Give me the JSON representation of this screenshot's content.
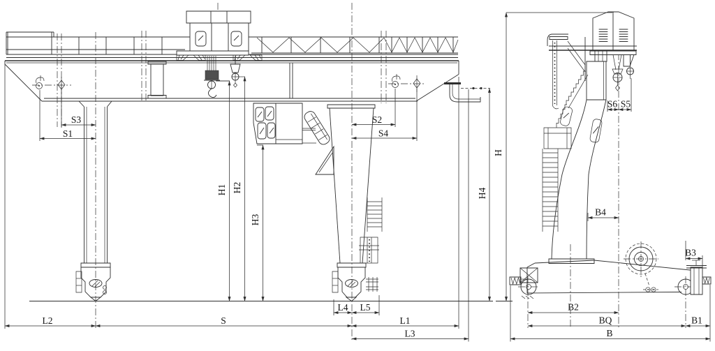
{
  "page": {
    "background": "#ffffff",
    "line_color": "#2e2e2e",
    "text_color": "#151515",
    "drawing_subject": "gantry crane general arrangement, front and side elevation"
  },
  "front_view": {
    "dim_labels": {
      "s3": "S3",
      "s1": "S1",
      "s2": "S2",
      "s4": "S4",
      "h1": "H1",
      "h2": "H2",
      "h3": "H3",
      "h4": "H4",
      "l4": "L4",
      "l5": "L5",
      "l2": "L2",
      "s": "S",
      "l1": "L1",
      "l3": "L3"
    }
  },
  "side_view": {
    "dim_labels": {
      "s6": "S6",
      "s5": "S5",
      "h": "H",
      "b4": "B4",
      "b3": "B3",
      "b2": "B2",
      "bq": "BQ",
      "b1": "B1",
      "b": "B"
    }
  }
}
